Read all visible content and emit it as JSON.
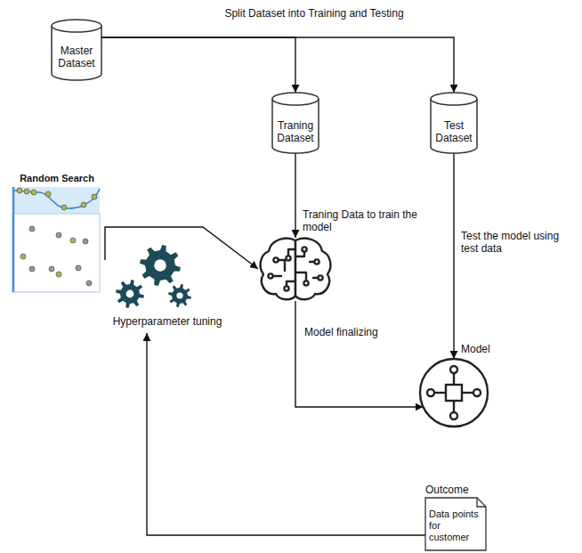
{
  "diagram": {
    "nodes": [
      {
        "text": [
          "Master Dataset"
        ]
      },
      {
        "text": [
          "Traning Dataset"
        ]
      },
      {
        "text": [
          "Test Dataset"
        ]
      },
      {
        "text": [
          "Random Search"
        ]
      },
      {
        "text": [
          "Traning Data to train the model"
        ]
      },
      {
        "text": [
          "Hyperparameter tuning"
        ]
      },
      {
        "text": [
          "Model"
        ]
      },
      {
        "text": [
          "Outcome",
          "Data points for customer"
        ]
      }
    ],
    "edges": [
      {
        "from": 0,
        "to": 1,
        "arrow": "to",
        "label": "Split Dataset into Training and Testing"
      },
      {
        "from": 0,
        "to": 2,
        "arrow": "to"
      },
      {
        "from": 1,
        "to": 4,
        "arrow": "to"
      },
      {
        "from": 2,
        "to": 6,
        "arrow": "to",
        "label": "Test the model using test data"
      },
      {
        "from": 5,
        "to": 4,
        "arrow": "to"
      },
      {
        "from": 4,
        "to": 6,
        "arrow": "to",
        "label": "Model finalizing"
      },
      {
        "from": 7,
        "to": 5,
        "arrow": "to"
      }
    ]
  }
}
